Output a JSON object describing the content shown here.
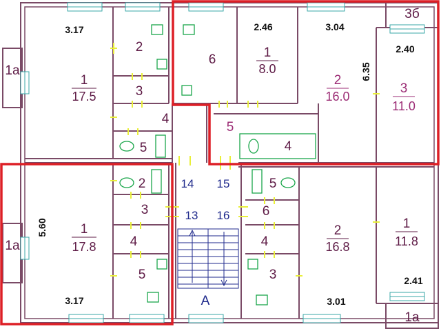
{
  "plan": {
    "rooms": [
      {
        "id": "tl-1",
        "number": "1",
        "area": "17.5"
      },
      {
        "id": "tl-2",
        "number": "2",
        "area": ""
      },
      {
        "id": "tl-3",
        "number": "3",
        "area": ""
      },
      {
        "id": "tl-4",
        "number": "4",
        "area": ""
      },
      {
        "id": "tl-5",
        "number": "5",
        "area": ""
      },
      {
        "id": "tl-1a",
        "number": "1a",
        "area": ""
      },
      {
        "id": "tr-6",
        "number": "6",
        "area": ""
      },
      {
        "id": "tr-1",
        "number": "1",
        "area": "8.0"
      },
      {
        "id": "tr-2",
        "number": "2",
        "area": "16.0"
      },
      {
        "id": "tr-3",
        "number": "3",
        "area": "11.0"
      },
      {
        "id": "tr-4",
        "number": "4",
        "area": ""
      },
      {
        "id": "tr-5",
        "number": "5",
        "area": ""
      },
      {
        "id": "tr-3b",
        "number": "3б",
        "area": ""
      },
      {
        "id": "bl-1",
        "number": "1",
        "area": "17.8"
      },
      {
        "id": "bl-2",
        "number": "2",
        "area": ""
      },
      {
        "id": "bl-3",
        "number": "3",
        "area": ""
      },
      {
        "id": "bl-4",
        "number": "4",
        "area": ""
      },
      {
        "id": "bl-5",
        "number": "5",
        "area": ""
      },
      {
        "id": "bl-1a",
        "number": "1a",
        "area": ""
      },
      {
        "id": "br-2",
        "number": "2",
        "area": "16.8"
      },
      {
        "id": "br-1",
        "number": "1",
        "area": "11.8"
      },
      {
        "id": "br-5",
        "number": "5",
        "area": ""
      },
      {
        "id": "br-6",
        "number": "6",
        "area": ""
      },
      {
        "id": "br-4",
        "number": "4",
        "area": ""
      },
      {
        "id": "br-3",
        "number": "3",
        "area": ""
      },
      {
        "id": "br-1a",
        "number": "1a",
        "area": ""
      }
    ],
    "hall_rooms": [
      "14",
      "15",
      "13",
      "16"
    ],
    "stair_label": "A",
    "dimensions": {
      "tl_top": "3.17",
      "tr_top_left": "2.46",
      "tr_top_mid": "3.04",
      "tr_right": "2.40",
      "tr_height": "6.35",
      "bl_height": "5.60",
      "bl_bottom": "3.17",
      "br_bottom": "3.01",
      "br_right": "2.41"
    },
    "colors": {
      "wall": "#7a4a66",
      "highlight": "#dd1f26",
      "window": "#3aa7a7",
      "door": "#e9ef39",
      "fixture": "#1aa64a",
      "stair": "#1f2a8c"
    }
  }
}
